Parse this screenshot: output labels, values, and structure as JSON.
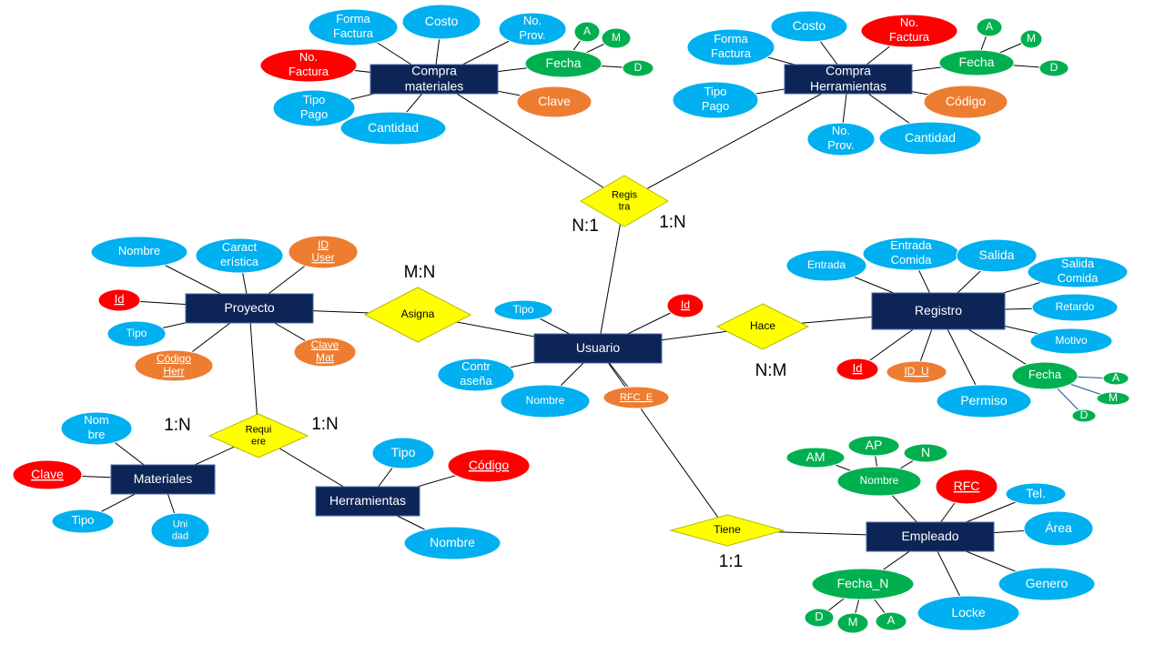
{
  "colors": {
    "entity_fill": "#0d2456",
    "entity_stroke": "#4a6aa5",
    "entity_text": "#ffffff",
    "relationship_fill": "#ffff00",
    "relationship_stroke": "#b8b800",
    "attribute_blue": "#00b0f0",
    "attribute_red": "#ff0000",
    "attribute_orange": "#ed7d31",
    "attribute_green": "#00b050",
    "line_color": "#000000"
  },
  "entities": {
    "compra_materiales": "Compra\nmateriales",
    "compra_herramientas": "Compra\nHerramientas",
    "proyecto": "Proyecto",
    "usuario": "Usuario",
    "registro": "Registro",
    "materiales": "Materiales",
    "herramientas": "Herramientas",
    "empleado": "Empleado"
  },
  "relationships": {
    "registra": "Regis\ntra",
    "asigna": "Asigna",
    "hace": "Hace",
    "requiere": "Requi\nere",
    "tiene": "Tiene"
  },
  "cardinalities": {
    "registra_left": "N:1",
    "registra_right": "1:N",
    "asigna": "M:N",
    "hace": "N:M",
    "requiere_left": "1:N",
    "requiere_right": "1:N",
    "tiene": "1:1"
  },
  "attributes": {
    "cm_forma_factura": "Forma\nFactura",
    "cm_costo": "Costo",
    "cm_no_prov": "No.\nProv.",
    "cm_no_factura": "No.\nFactura",
    "cm_fecha": "Fecha",
    "cm_fecha_a": "A",
    "cm_fecha_m": "M",
    "cm_fecha_d": "D",
    "cm_clave": "Clave",
    "cm_tipo_pago": "Tipo\nPago",
    "cm_cantidad": "Cantidad",
    "ch_forma_factura": "Forma\nFactura",
    "ch_costo": "Costo",
    "ch_no_factura": "No.\nFactura",
    "ch_fecha": "Fecha",
    "ch_fecha_a": "A",
    "ch_fecha_m": "M",
    "ch_fecha_d": "D",
    "ch_tipo_pago": "Tipo\nPago",
    "ch_codigo": "Código",
    "ch_no_prov": "No.\nProv.",
    "ch_cantidad": "Cantidad",
    "p_nombre": "Nombre",
    "p_caracteristica": "Caract\nerística",
    "p_id_user": "ID\nUser",
    "p_id": "Id",
    "p_tipo": "Tipo",
    "p_codigo_herr": "Código\nHerr",
    "p_clave_mat": "Clave\nMat",
    "u_tipo": "Tipo",
    "u_id": "Id",
    "u_contrasena": "Contr\naseña",
    "u_nombre": "Nombre",
    "u_rfc_e": "RFC_E",
    "r_entrada": "Entrada",
    "r_entrada_comida": "Entrada\nComida",
    "r_salida": "Salida",
    "r_salida_comida": "Salida\nComida",
    "r_retardo": "Retardo",
    "r_motivo": "Motivo",
    "r_id": "Id",
    "r_id_u": "ID_U",
    "r_permiso": "Permiso",
    "r_fecha": "Fecha",
    "r_fecha_a": "A",
    "r_fecha_m": "M",
    "r_fecha_d": "D",
    "m_nombre": "Nom\nbre",
    "m_clave": "Clave",
    "m_tipo": "Tipo",
    "m_unidad": "Uni\ndad",
    "h_tipo": "Tipo",
    "h_codigo": "Código",
    "h_nombre": "Nombre",
    "e_am": "AM",
    "e_ap": "AP",
    "e_n": "N",
    "e_nombre": "Nombre",
    "e_rfc": "RFC",
    "e_tel": "Tel.",
    "e_area": "Área",
    "e_genero": "Genero",
    "e_locke": "Locke",
    "e_fecha_n": "Fecha_N",
    "e_fecha_d": "D",
    "e_fecha_m": "M",
    "e_fecha_a": "A"
  }
}
